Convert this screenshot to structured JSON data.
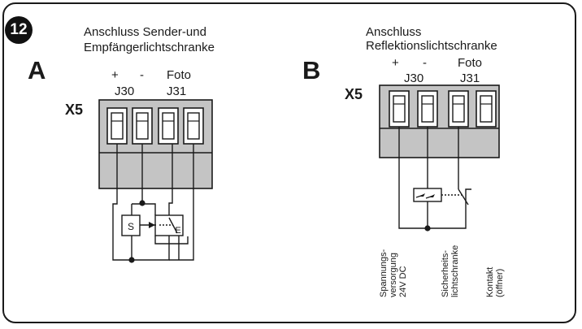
{
  "figure_number": "12",
  "diagram_a": {
    "letter": "A",
    "title_line1": "Anschluss Sender-und",
    "title_line2": "Empfängerlichtschranke",
    "terminal_block": "X5",
    "pin_plus": "+",
    "pin_minus": "-",
    "pin_foto": "Foto",
    "j30": "J30",
    "j31": "J31",
    "sender_label": "S",
    "receiver_label": "E"
  },
  "diagram_b": {
    "letter": "B",
    "title_line1": "Anschluss",
    "title_line2": "Reflektionslichtschranke",
    "terminal_block": "X5",
    "pin_plus": "+",
    "pin_minus": "-",
    "pin_foto": "Foto",
    "j30": "J30",
    "j31": "J31",
    "label_supply_1": "Spannungs-",
    "label_supply_2": "versorgung",
    "label_supply_3": "24V DC",
    "label_safety_1": "Sicherheits-",
    "label_safety_2": "lichtschranke",
    "label_contact_1": "Kontakt",
    "label_contact_2": "(öffner)"
  },
  "colors": {
    "line": "#1a1a1a",
    "terminal_fill": "#c4c4c4",
    "terminal_top": "#d2d2d2"
  }
}
